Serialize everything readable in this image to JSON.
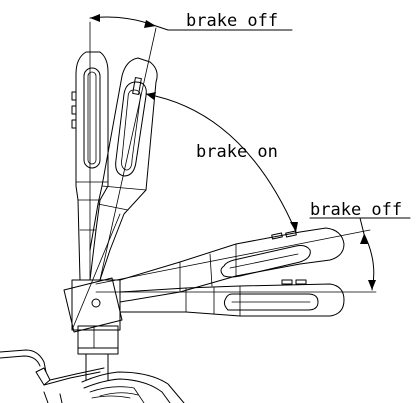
{
  "labels": {
    "brake_off_top": "brake off",
    "brake_on": "brake on",
    "brake_off_right": "brake off"
  }
}
